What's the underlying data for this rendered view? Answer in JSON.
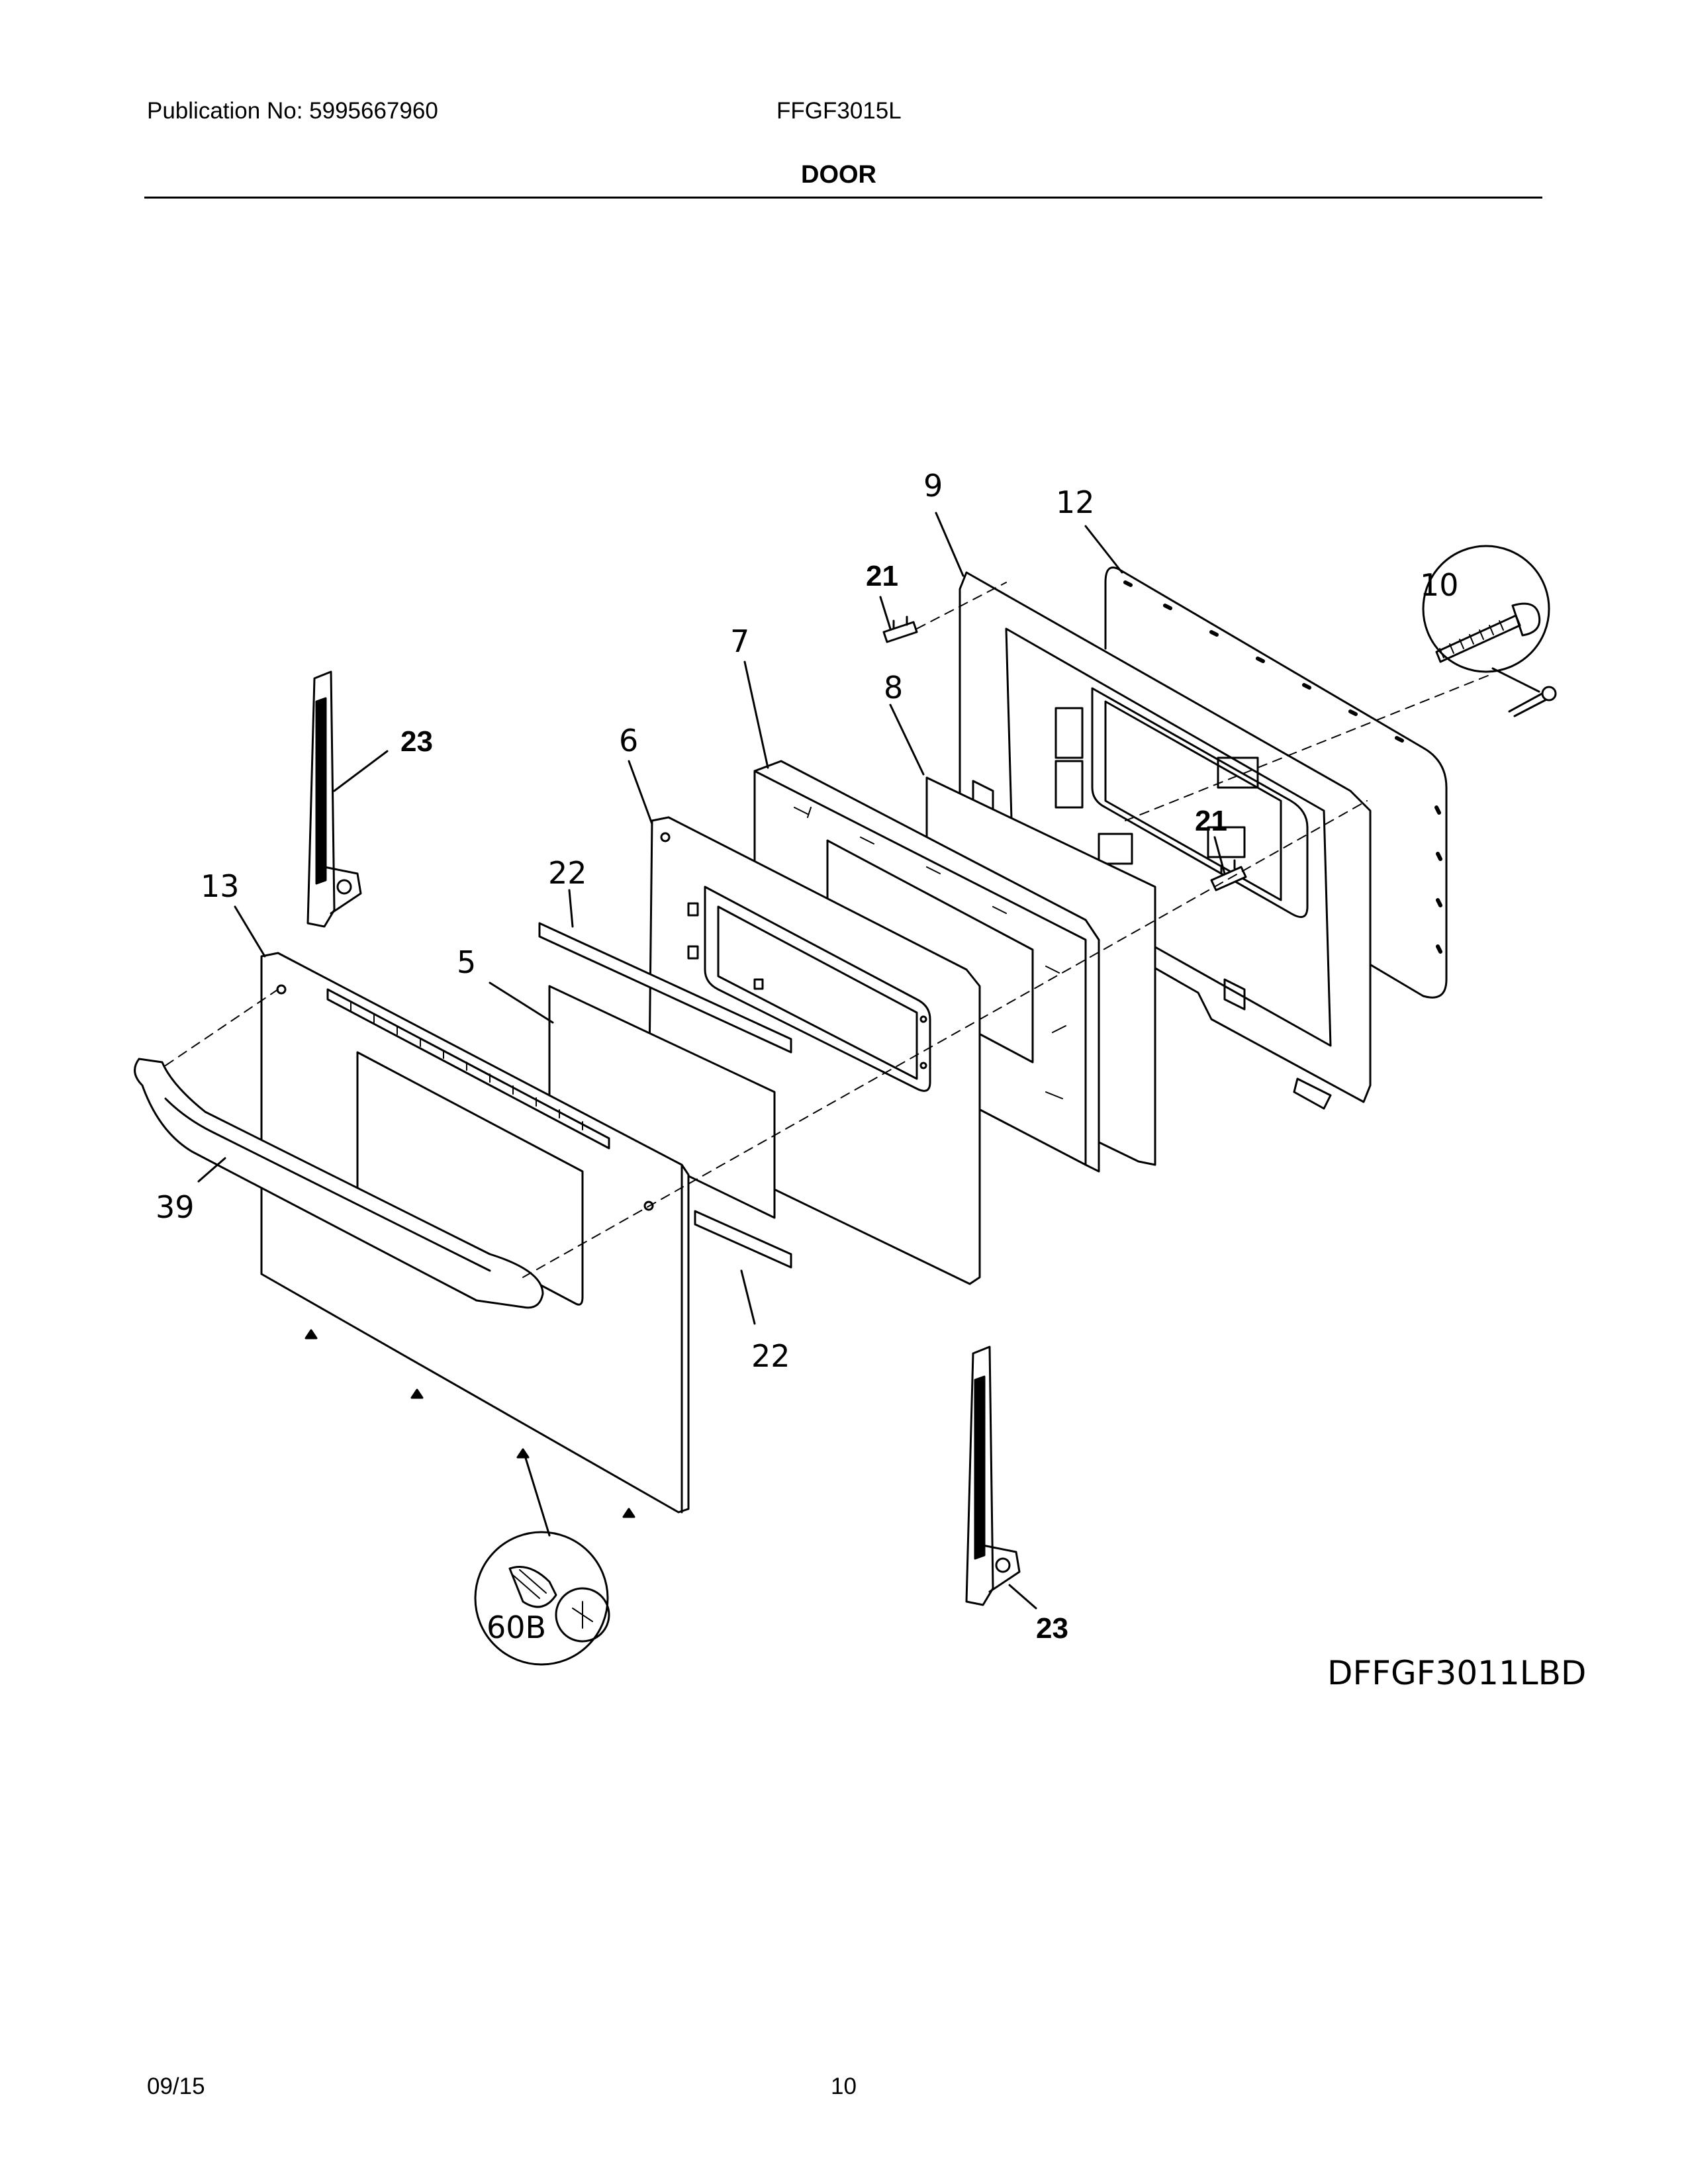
{
  "header": {
    "publication": "Publication No: 5995667960",
    "model": "FFGF3015L",
    "section": "DOOR"
  },
  "footer": {
    "date": "09/15",
    "page": "10"
  },
  "diagram": {
    "code": "DFFGF3011LBD",
    "callouts": {
      "c5": "5",
      "c6": "6",
      "c7": "7",
      "c8": "8",
      "c9": "9",
      "c10": "10",
      "c12": "12",
      "c13": "13",
      "c21a": "21",
      "c21b": "21",
      "c22a": "22",
      "c22b": "22",
      "c23a": "23",
      "c23b": "23",
      "c39": "39",
      "c60b": "60B"
    }
  }
}
